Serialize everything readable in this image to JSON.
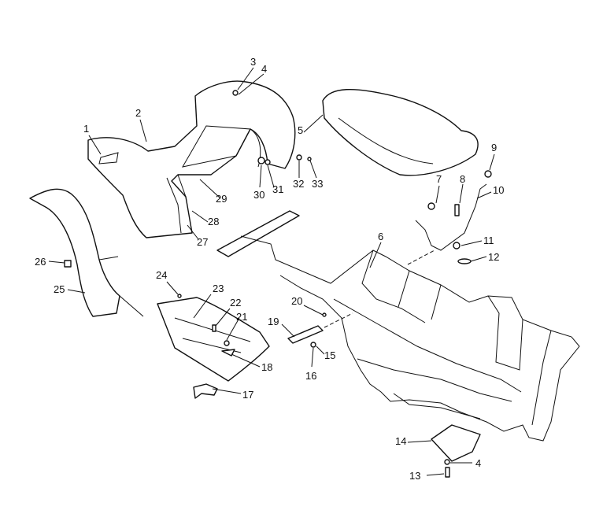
{
  "callouts": [
    {
      "id": "c1",
      "label": "1"
    },
    {
      "id": "c2",
      "label": "2"
    },
    {
      "id": "c3",
      "label": "3"
    },
    {
      "id": "c4a",
      "label": "4"
    },
    {
      "id": "c5",
      "label": "5"
    },
    {
      "id": "c6",
      "label": "6"
    },
    {
      "id": "c7",
      "label": "7"
    },
    {
      "id": "c8",
      "label": "8"
    },
    {
      "id": "c9",
      "label": "9"
    },
    {
      "id": "c10",
      "label": "10"
    },
    {
      "id": "c11",
      "label": "11"
    },
    {
      "id": "c12",
      "label": "12"
    },
    {
      "id": "c13",
      "label": "13"
    },
    {
      "id": "c14",
      "label": "14"
    },
    {
      "id": "c4b",
      "label": "4"
    },
    {
      "id": "c15",
      "label": "15"
    },
    {
      "id": "c16",
      "label": "16"
    },
    {
      "id": "c17",
      "label": "17"
    },
    {
      "id": "c18",
      "label": "18"
    },
    {
      "id": "c19",
      "label": "19"
    },
    {
      "id": "c20",
      "label": "20"
    },
    {
      "id": "c21",
      "label": "21"
    },
    {
      "id": "c22",
      "label": "22"
    },
    {
      "id": "c23",
      "label": "23"
    },
    {
      "id": "c24",
      "label": "24"
    },
    {
      "id": "c25",
      "label": "25"
    },
    {
      "id": "c26",
      "label": "26"
    },
    {
      "id": "c27",
      "label": "27"
    },
    {
      "id": "c28",
      "label": "28"
    },
    {
      "id": "c29",
      "label": "29"
    },
    {
      "id": "c30",
      "label": "30"
    },
    {
      "id": "c31",
      "label": "31"
    },
    {
      "id": "c32",
      "label": "32"
    },
    {
      "id": "c33",
      "label": "33"
    }
  ]
}
